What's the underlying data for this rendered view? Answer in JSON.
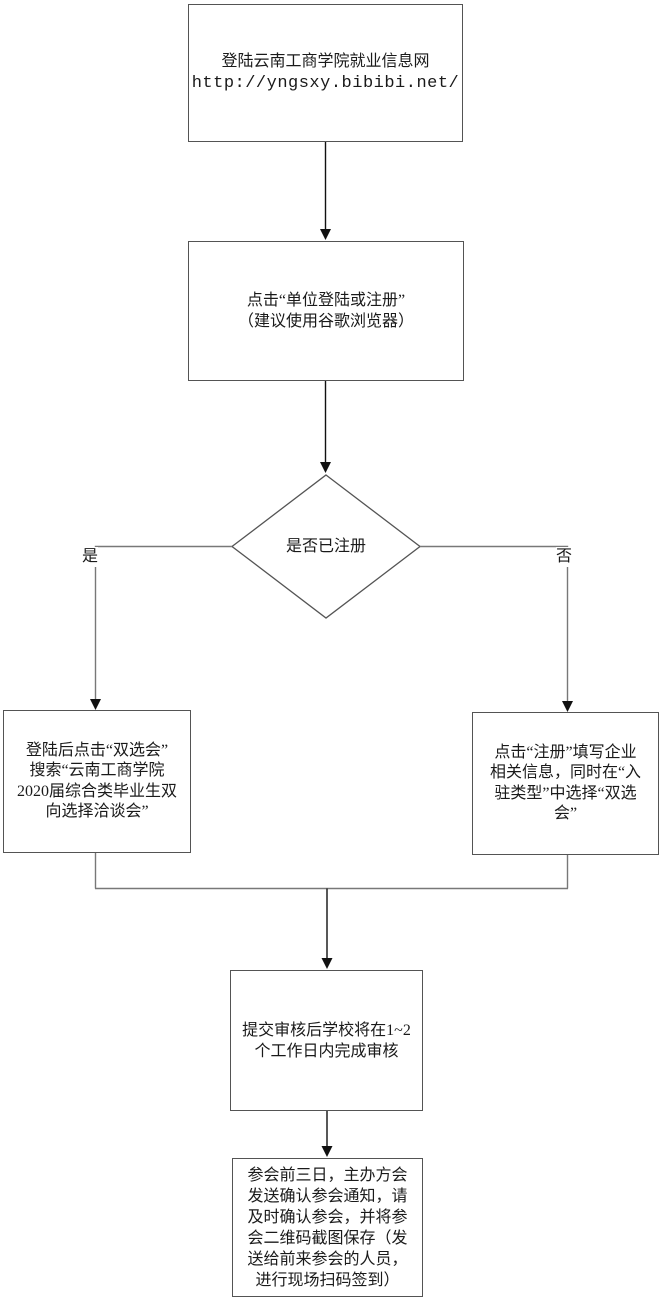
{
  "flowchart": {
    "nodes": {
      "start": {
        "lines": [
          "登陆云南工商学院就业信息网",
          "http://yngsxy.bibibi.net/"
        ]
      },
      "click_login": {
        "lines": [
          "点击“单位登陆或注册”",
          "（建议使用谷歌浏览器）"
        ]
      },
      "decision": {
        "label": "是否已注册",
        "yes_label": "是",
        "no_label": "否"
      },
      "registered": {
        "lines": [
          "登陆后点击“双选会”",
          "搜索“云南工商学院",
          "2020届综合类毕业生双",
          "向选择洽谈会”"
        ]
      },
      "not_registered": {
        "lines": [
          "点击“注册”填写企业",
          "相关信息，同时在“入",
          "驻类型”中选择“双选",
          "会”"
        ]
      },
      "review": {
        "lines": [
          "提交审核后学校将在1~2",
          "个工作日内完成审核"
        ]
      },
      "confirm": {
        "lines": [
          "参会前三日，主办方会",
          "发送确认参会通知，请",
          "及时确认参会，并将参",
          "会二维码截图保存（发",
          "送给前来参会的人员，",
          "进行现场扫码签到）"
        ]
      }
    },
    "colors": {
      "background": "#ffffff",
      "node_border": "#545454",
      "branch_line": "#787878",
      "arrow": "#111111",
      "text": "#1a1a1a"
    }
  }
}
